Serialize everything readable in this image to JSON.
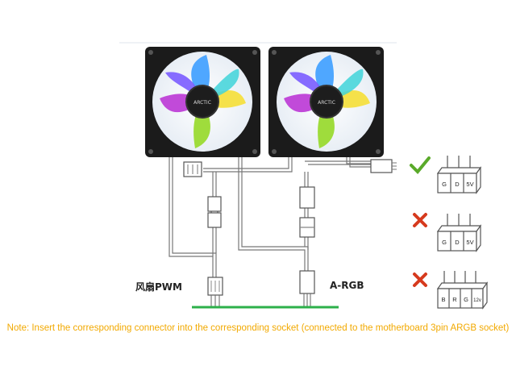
{
  "labels": {
    "fan_pwm": "风扇PWM",
    "argb": "A-RGB",
    "fan_logo": "ARCTIC"
  },
  "note": "Note: Insert the corresponding connector into the corresponding socket (connected to the motherboard 3pin ARGB socket)",
  "headers": [
    {
      "status": "correct",
      "status_icon": "check-icon",
      "pins": [
        "G",
        "D",
        "5V"
      ]
    },
    {
      "status": "wrong",
      "status_icon": "cross-icon",
      "pins": [
        "G",
        "D",
        "5V"
      ]
    },
    {
      "status": "wrong",
      "status_icon": "cross-icon",
      "pins": [
        "B",
        "R",
        "G",
        "12v"
      ]
    }
  ],
  "colors": {
    "note": "#f2a900",
    "check": "#5aaa2a",
    "cross": "#d63a1e",
    "motherboard": "#2db04a"
  }
}
